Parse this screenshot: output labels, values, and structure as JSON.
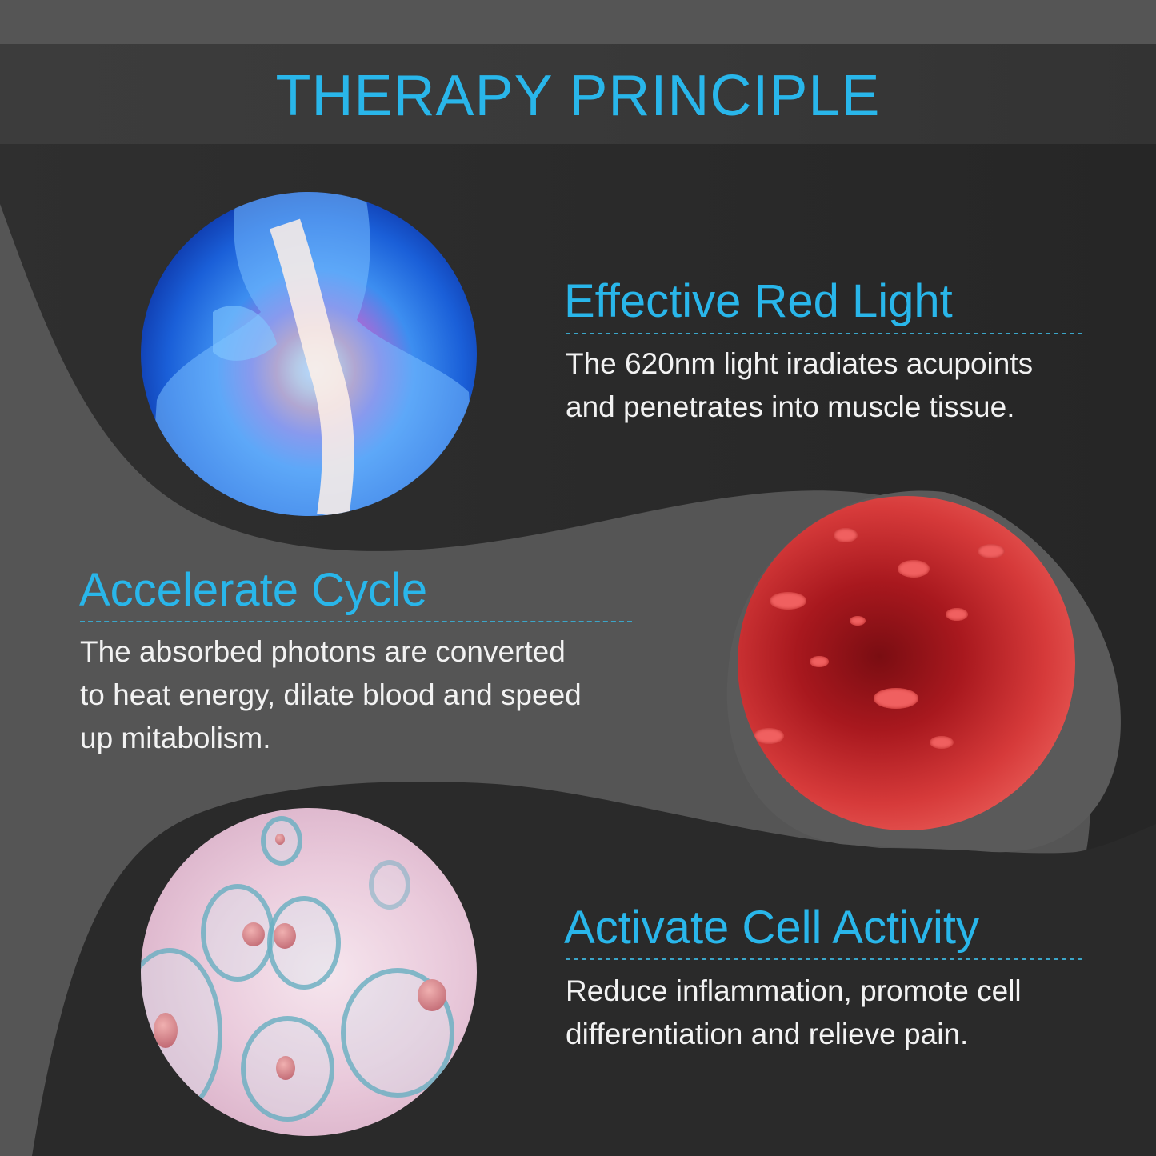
{
  "header": {
    "title": "THERAPY PRINCIPLE"
  },
  "colors": {
    "accent": "#29b6ea",
    "background_light": "#555555",
    "background_dark": "#2b2b2b",
    "text": "#f2f2f2"
  },
  "sections": [
    {
      "title": "Effective Red Light",
      "description_lines": [
        "The 620nm light iradiates acupoints",
        "and penetrates into muscle tissue."
      ],
      "image": "neck-pain-xray-illustration"
    },
    {
      "title": "Accelerate Cycle",
      "description_lines": [
        "The absorbed photons are converted",
        "to heat energy, dilate blood and speed",
        "up mitabolism."
      ],
      "image": "blood-vessel-red-cells-illustration"
    },
    {
      "title": "Activate Cell Activity",
      "description_lines": [
        "Reduce inflammation, promote cell",
        "differentiation and relieve pain."
      ],
      "image": "cells-microscope-illustration"
    }
  ]
}
